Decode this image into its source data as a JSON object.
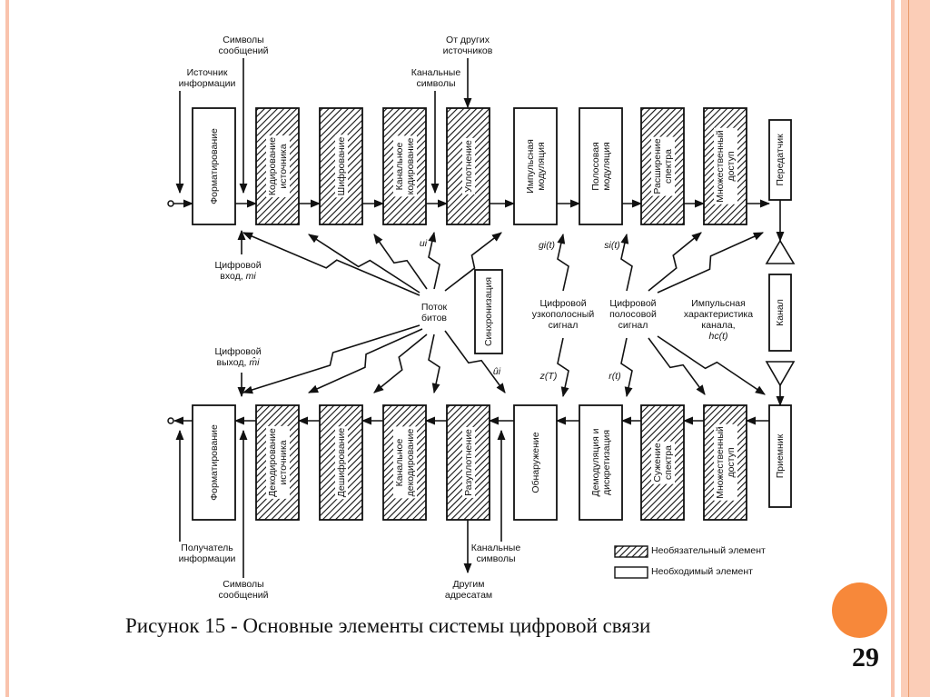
{
  "slide": {
    "caption": "Рисунок 15 - Основные элементы системы цифровой связи",
    "page_number": "29",
    "accent_color": "#f7883a",
    "border_color": "#f9c3ad"
  },
  "transmitter_chain": [
    {
      "label": "Форматирование",
      "optional": false
    },
    {
      "label": "Кодирование\nисточника",
      "optional": true
    },
    {
      "label": "Шифрование",
      "optional": true
    },
    {
      "label": "Канальное\nкодирование",
      "optional": true
    },
    {
      "label": "Уплотнение",
      "optional": true
    },
    {
      "label": "Импульсная\nмодуляция",
      "optional": false
    },
    {
      "label": "Полосовая\nмодуляция",
      "optional": false
    },
    {
      "label": "Расширение\nспектра",
      "optional": true
    },
    {
      "label": "Множественный\nдоступ",
      "optional": true
    },
    {
      "label": "Передатчик",
      "optional": false
    }
  ],
  "receiver_chain": [
    {
      "label": "Форматирование",
      "optional": false
    },
    {
      "label": "Декодирование\nисточника",
      "optional": true
    },
    {
      "label": "Дешифрование",
      "optional": true
    },
    {
      "label": "Канальное\nдекодирование",
      "optional": true
    },
    {
      "label": "Разуплотнение",
      "optional": true
    },
    {
      "label": "Обнаружение",
      "optional": false
    },
    {
      "label": "Демодуляция и\nдискретизация",
      "optional": false
    },
    {
      "label": "Сужение\nспектра",
      "optional": true
    },
    {
      "label": "Множественный\nдоступ",
      "optional": true
    },
    {
      "label": "Приемник",
      "optional": false
    }
  ],
  "channel": {
    "label": "Канал"
  },
  "sync": {
    "label": "Синхронизация"
  },
  "labels": {
    "source_info": "Источник\nинформации",
    "message_symbols_top": "Символы\nсообщений",
    "channel_symbols_top": "Канальные\nсимволы",
    "from_other_sources": "От других\nисточников",
    "digital_input": "Цифровой\nвход,",
    "digital_input_var": "mi",
    "ui": "ui",
    "gi": "gi(t)",
    "si": "si(t)",
    "bit_stream": "Поток\nбитов",
    "baseband": "Цифровой\nузкополосный\nсигнал",
    "bandpass": "Цифровой\nполосовой\nсигнал",
    "impulse_response": "Импульсная\nхарактеристика\nканала,",
    "impulse_response_var": "hc(t)",
    "digital_output": "Цифровой\nвыход,",
    "digital_output_var": "m̂i",
    "ui_hat": "ûi",
    "zT": "z(T)",
    "rt": "r(t)",
    "info_receiver": "Получатель\nинформации",
    "message_symbols_bottom": "Символы\nсообщений",
    "channel_symbols_bottom": "Канальные\nсимволы",
    "other_recipients": "Другим\nадресатам"
  },
  "legend": [
    {
      "label": "Необязательный элемент",
      "optional": true
    },
    {
      "label": "Необходимый элемент",
      "optional": false
    }
  ]
}
